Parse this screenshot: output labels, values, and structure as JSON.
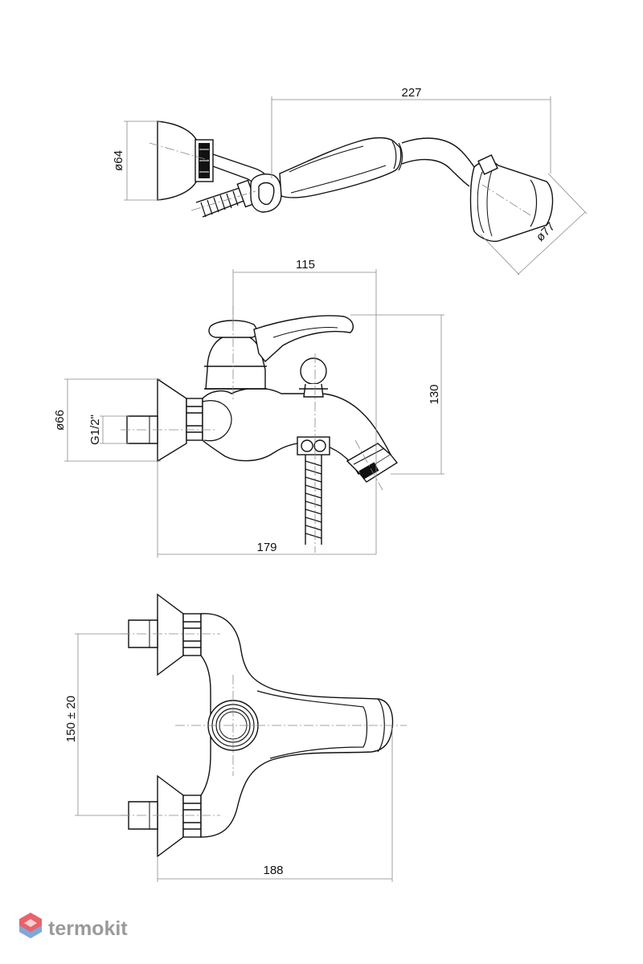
{
  "colors": {
    "outline": "#111111",
    "dimension": "#888888",
    "brand_red": "#e8636b",
    "brand_blue": "#7fa8d8",
    "brand_text": "#9a9a9a"
  },
  "shower_set": {
    "length_label": "227",
    "holder_diameter_label": "ø64",
    "head_diameter_label": "ø77"
  },
  "side_view": {
    "lever_reach_label": "115",
    "height_label": "130",
    "flange_diameter_label": "ø66",
    "thread_label": "G1/2\"",
    "total_length_label": "179"
  },
  "top_view": {
    "center_distance_label": "150 ± 20",
    "depth_label": "188"
  },
  "brand": {
    "name": "termokit",
    "logo_icon": "hexagon-cube-icon"
  }
}
